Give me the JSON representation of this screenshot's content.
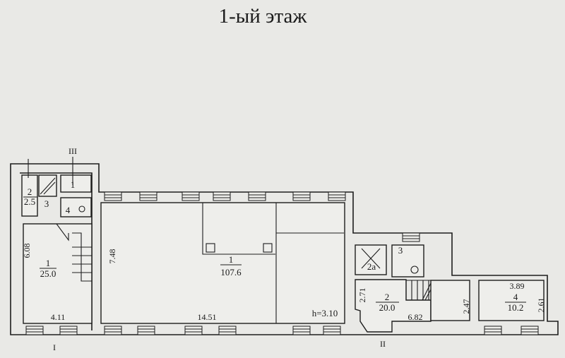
{
  "title": "1-ый этаж",
  "sections": {
    "top": "III",
    "left_bottom": "I",
    "right_bottom": "II"
  },
  "rooms": {
    "left_1": {
      "number": "1",
      "area": "25.0",
      "dim_height": "6.08",
      "dim_width": "4.11"
    },
    "left_small_1": {
      "number": "1"
    },
    "left_2": {
      "number": "2",
      "area": "2.5"
    },
    "left_3": {
      "number": "3"
    },
    "left_4": {
      "number": "4"
    },
    "main_1": {
      "number": "1",
      "area": "107.6",
      "dim_height": "7.48",
      "dim_width": "14.51",
      "ceiling": "h=3.10"
    },
    "right_2a": {
      "number": "2a"
    },
    "right_3": {
      "number": "3"
    },
    "right_2": {
      "number": "2",
      "area": "20.0",
      "dim_height": "2.71",
      "dim_width": "6.82"
    },
    "right_corridor": {
      "dim_height": "2.47"
    },
    "right_4": {
      "number": "4",
      "area": "10.2",
      "dim_width": "3.89",
      "dim_height": "2.61"
    }
  }
}
